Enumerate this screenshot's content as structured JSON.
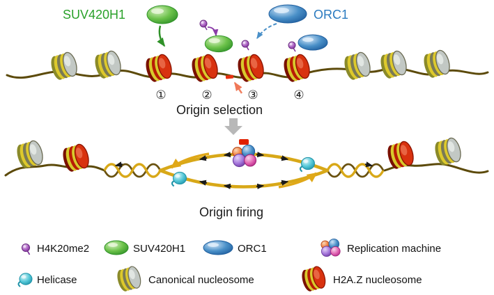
{
  "figure": {
    "top_labels": {
      "suv420h1": "SUV420H1",
      "orc1": "ORC1"
    },
    "step_numbers": [
      "①",
      "②",
      "③",
      "④"
    ],
    "captions": {
      "origin_selection": "Origin selection",
      "origin_firing": "Origin firing"
    },
    "legend": {
      "h4k20me2": "H4K20me2",
      "suv420h1": "SUV420H1",
      "orc1": "ORC1",
      "replication_machine": "Replication machine",
      "helicase": "Helicase",
      "canonical_nucleosome": "Canonical nucleosome",
      "h2az_nucleosome": "H2A.Z nucleosome"
    },
    "colors": {
      "suv420h1_green": "#2aa12a",
      "orc1_blue": "#2b7bc0",
      "h4k20me2_purple": "#8a3ca8",
      "helicase_cyan": "#3ab6c8",
      "h2az_red": "#cc2200",
      "canonical_gray": "#c2c8c4",
      "dna_gold": "#d8a818",
      "text_black": "#1a1a1a"
    }
  }
}
